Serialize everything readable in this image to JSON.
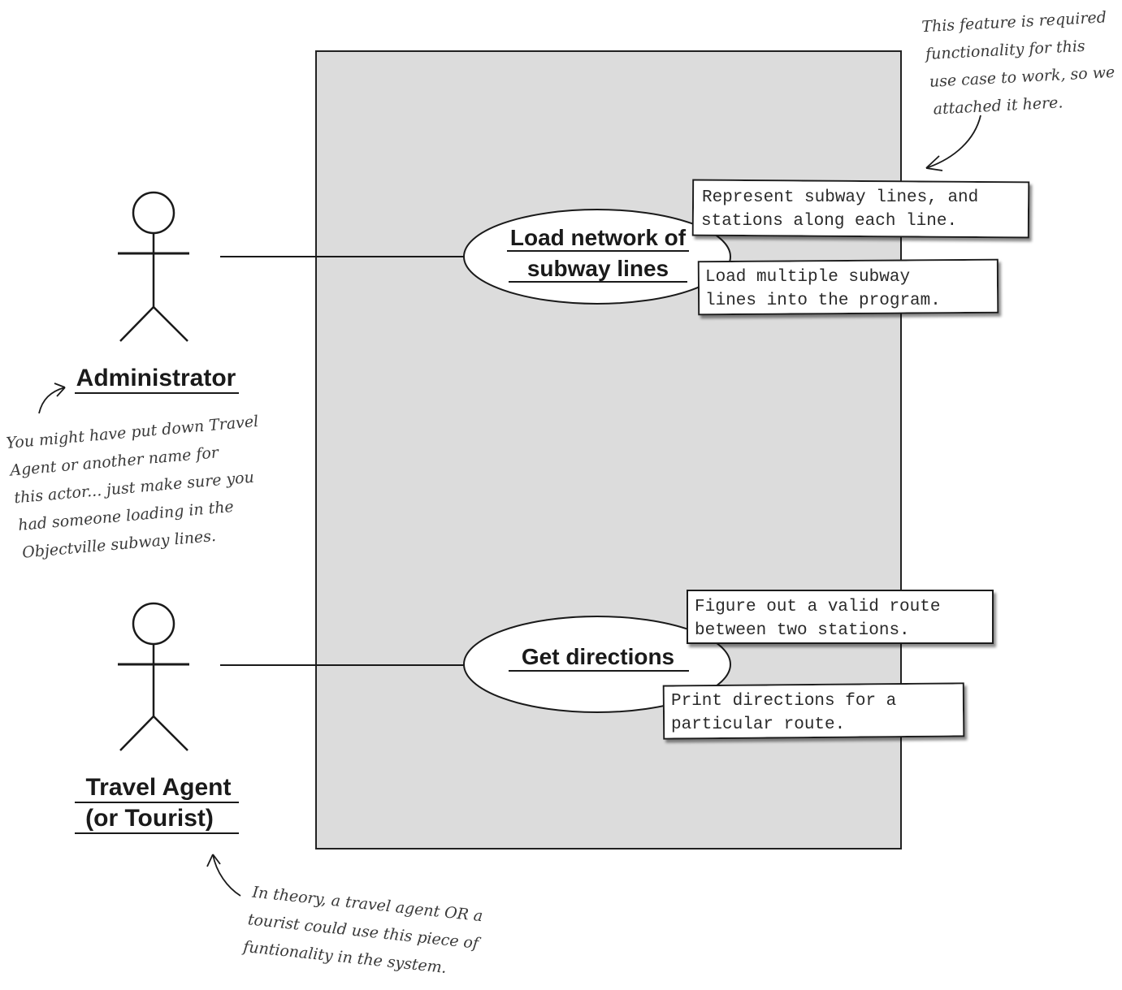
{
  "actors": [
    {
      "id": "administrator",
      "name_lines": [
        "Administrator"
      ]
    },
    {
      "id": "travel-agent",
      "name_lines": [
        "Travel Agent",
        "(or Tourist)"
      ]
    }
  ],
  "use_cases": [
    {
      "id": "load-network",
      "label_lines": [
        "Load network of",
        "subway lines"
      ]
    },
    {
      "id": "get-directions",
      "label_lines": [
        "Get directions"
      ]
    }
  ],
  "notes": [
    {
      "id": "represent-lines",
      "lines": [
        "Represent subway lines, and",
        "stations along each line."
      ]
    },
    {
      "id": "load-multiple",
      "lines": [
        "Load multiple subway",
        "lines into the program."
      ]
    },
    {
      "id": "figure-route",
      "lines": [
        "Figure out a valid route",
        "between two stations."
      ]
    },
    {
      "id": "print-directions",
      "lines": [
        "Print directions for a",
        "particular route."
      ]
    }
  ],
  "annotations": {
    "required": [
      "This feature is required",
      "functionality for this",
      "use case to work, so we",
      "attached it here."
    ],
    "actor_name": [
      "You might have put down Travel",
      "Agent or another name for",
      "this actor... just make sure you",
      "had someone loading in the",
      "Objectville subway lines."
    ],
    "theory": [
      "In theory, a travel agent OR a",
      "tourist could use this piece of",
      "funtionality in the system."
    ]
  }
}
